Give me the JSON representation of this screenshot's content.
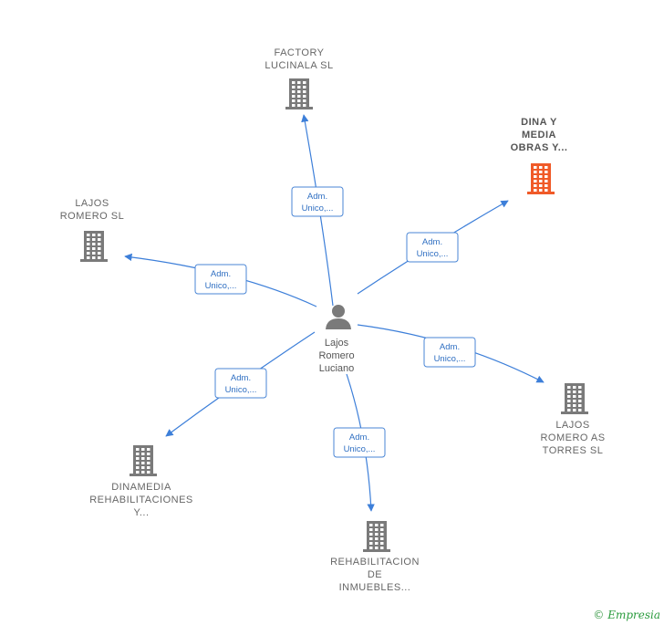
{
  "colors": {
    "edge": "#3d7fd9",
    "building_default": "#7a7a7a",
    "building_highlight": "#f05a28",
    "person": "#7a7a7a"
  },
  "center": {
    "id": "person",
    "label_lines": [
      "Lajos",
      "Romero",
      "Luciano"
    ],
    "icon": "person-icon"
  },
  "nodes": [
    {
      "id": "factory",
      "label_lines": [
        "FACTORY",
        "LUCINALA  SL"
      ],
      "icon": "building-icon",
      "highlight": false,
      "edge_label_lines": [
        "Adm.",
        "Unico,..."
      ]
    },
    {
      "id": "dina",
      "label_lines": [
        "DINA Y",
        "MEDIA",
        "OBRAS Y..."
      ],
      "icon": "building-icon",
      "highlight": true,
      "edge_label_lines": [
        "Adm.",
        "Unico,..."
      ]
    },
    {
      "id": "lajos-romero-sl",
      "label_lines": [
        "LAJOS",
        "ROMERO  SL"
      ],
      "icon": "building-icon",
      "highlight": false,
      "edge_label_lines": [
        "Adm.",
        "Unico,..."
      ]
    },
    {
      "id": "lajos-romero-as-torres",
      "label_lines": [
        "LAJOS",
        "ROMERO AS",
        "TORRES  SL"
      ],
      "icon": "building-icon",
      "highlight": false,
      "edge_label_lines": [
        "Adm.",
        "Unico,..."
      ]
    },
    {
      "id": "dinamedia",
      "label_lines": [
        "DINAMEDIA",
        "REHABILITACIONES",
        "Y..."
      ],
      "icon": "building-icon",
      "highlight": false,
      "edge_label_lines": [
        "Adm.",
        "Unico,..."
      ]
    },
    {
      "id": "rehabilitacion",
      "label_lines": [
        "REHABILITACION",
        "DE",
        "INMUEBLES..."
      ],
      "icon": "building-icon",
      "highlight": false,
      "edge_label_lines": [
        "Adm.",
        "Unico,..."
      ]
    }
  ],
  "footer": {
    "copyright_symbol": "©",
    "brand": "Empresia"
  }
}
